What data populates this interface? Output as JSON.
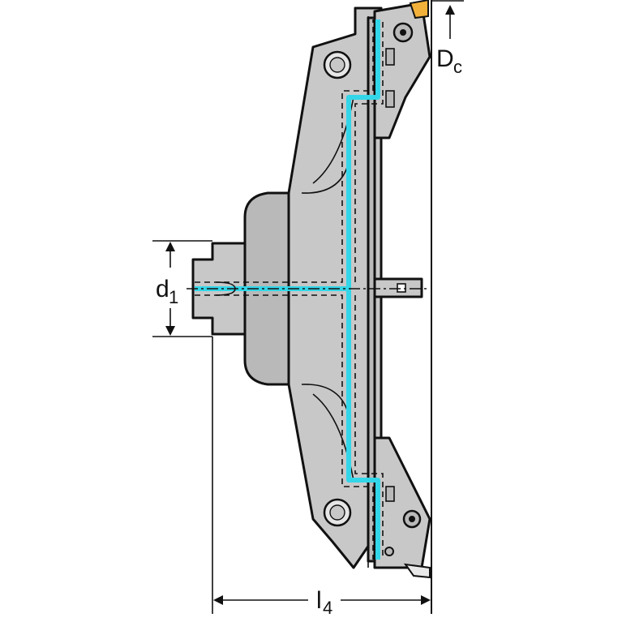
{
  "labels": {
    "dc": "D",
    "dc_sub": "c",
    "d1": "d",
    "d1_sub": "1",
    "l4": "l",
    "l4_sub": "4"
  },
  "colors": {
    "body": "#c8c8c8",
    "coolant": "#33d6e8",
    "insert": "#f2b13a",
    "outline": "#111111"
  }
}
